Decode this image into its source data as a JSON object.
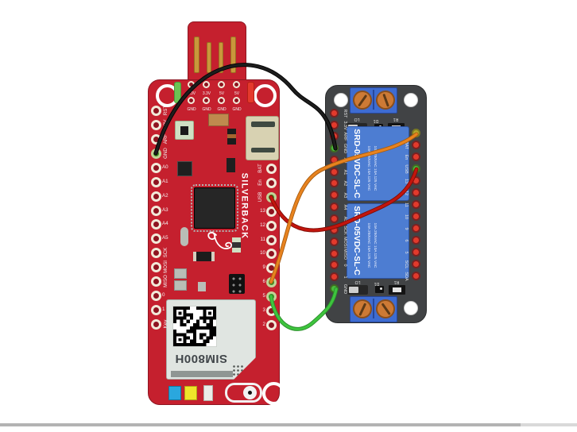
{
  "canvas": {
    "background": "#ffffff"
  },
  "silverback": {
    "title": "SILVERBACK",
    "board_color": "#c5202e",
    "usb_connector": {
      "finger_count": 4,
      "finger_color": "#c9973b"
    },
    "leds": [
      {
        "name": "green-led",
        "color": "#6cc253"
      },
      {
        "name": "red-led",
        "color": "#e5392c"
      }
    ],
    "power_pins": {
      "row1_labels": [
        "3.3V",
        "3.3V",
        "5V",
        "5V"
      ],
      "row2_labels": [
        "GND",
        "GND",
        "GND",
        "GND"
      ]
    },
    "left_pins": [
      {
        "label": "RST",
        "rot": true
      },
      {
        "label": "3.3V",
        "rot": true
      },
      {
        "label": "ARF",
        "rot": true
      },
      {
        "label": "GND",
        "rot": true,
        "connected": "green"
      },
      {
        "label": "A0"
      },
      {
        "label": "A1"
      },
      {
        "label": "A2"
      },
      {
        "label": "A3"
      },
      {
        "label": "A4"
      },
      {
        "label": "A5"
      },
      {
        "label": "SCK",
        "rot": true
      },
      {
        "label": "MOSI",
        "rot": true
      },
      {
        "label": "MISO",
        "rot": true
      },
      {
        "label": "0"
      },
      {
        "label": "1"
      },
      {
        "label": "Key",
        "rot": true
      }
    ],
    "right_pins": [
      {
        "label": "BAT",
        "rot": true
      },
      {
        "label": "En",
        "rot": true
      },
      {
        "label": "USB",
        "rot": true,
        "connected": "green"
      },
      {
        "label": "13"
      },
      {
        "label": "12"
      },
      {
        "label": "11"
      },
      {
        "label": "10"
      },
      {
        "label": "9"
      },
      {
        "label": "6",
        "connected": "green"
      },
      {
        "label": "5",
        "connected": "green"
      },
      {
        "label": "3"
      },
      {
        "label": "2"
      }
    ],
    "sim_module": {
      "label": "SIM800H"
    }
  },
  "relay_board": {
    "board_color": "#414345",
    "relays": [
      {
        "model": "SRD-05VDC-SL-C",
        "rating1": "10A 250VAC 10A 125 VAC",
        "rating2": "10A 250VAC 10A 125 VAC"
      },
      {
        "model": "SRD-05VDC-SL-C",
        "rating1": "10A 250VAC 10A 125 VAC",
        "rating2": "10A 250VAC 10A 125 VAC"
      }
    ],
    "switch_rows": [
      {
        "labels": [
          "LO",
          "D1",
          "R1"
        ]
      },
      {
        "labels": [
          "LO",
          "D1",
          "R1"
        ]
      }
    ],
    "left_pins": [
      {
        "label": "RST"
      },
      {
        "label": "3.3V"
      },
      {
        "label": "ARF"
      },
      {
        "label": "GND",
        "connected": "green"
      },
      {
        "label": "A0"
      },
      {
        "label": "A1"
      },
      {
        "label": "A2"
      },
      {
        "label": "A3"
      },
      {
        "label": "A4"
      },
      {
        "label": "A5"
      },
      {
        "label": "SCK"
      },
      {
        "label": "MOSI"
      },
      {
        "label": "MISO"
      },
      {
        "label": "0"
      },
      {
        "label": "1"
      },
      {
        "label": "GND",
        "connected": "green"
      }
    ],
    "right_pins": [
      {
        "label": "",
        "connected": "olive"
      },
      {
        "label": "BAT"
      },
      {
        "label": "En"
      },
      {
        "label": "USB",
        "connected": "green"
      },
      {
        "label": "13"
      },
      {
        "label": "12"
      },
      {
        "label": "11"
      },
      {
        "label": "10"
      },
      {
        "label": "9"
      },
      {
        "label": "6"
      },
      {
        "label": "5"
      },
      {
        "label": "SCL"
      },
      {
        "label": "SDA"
      }
    ]
  },
  "wires": [
    {
      "name": "gnd-wire",
      "color": "black",
      "hex": "#1d1d1d",
      "shadow": "#000000",
      "from": "SILVERBACK GND",
      "to": "relay GND"
    },
    {
      "name": "usb-wire",
      "color": "red",
      "hex": "#c2150d",
      "shadow": "#7e0d07",
      "from": "SILVERBACK USB",
      "to": "relay USB"
    },
    {
      "name": "pin6-wire",
      "color": "orange",
      "hex": "#e8831f",
      "shadow": "#a85c10",
      "from": "SILVERBACK 6",
      "to": "relay top-right pin"
    },
    {
      "name": "pin5-wire",
      "color": "green",
      "hex": "#3ec43e",
      "shadow": "#2a8c2a",
      "from": "SILVERBACK 5",
      "to": "relay GND bottom"
    }
  ],
  "scrollbar": {
    "bar_color": "#b3b3b3",
    "light_color": "#d9d9d9"
  }
}
